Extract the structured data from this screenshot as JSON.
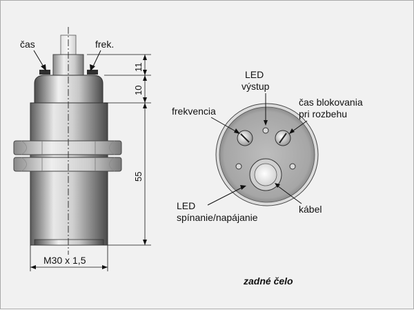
{
  "labels": {
    "cas": "čas",
    "frek": "frek.",
    "led_vystup_1": "LED",
    "led_vystup_2": "výstup",
    "frekvencia": "frekvencia",
    "cas_blok_1": "čas blokovania",
    "cas_blok_2": "pri rozbehu",
    "led_spin_1": "LED",
    "led_spin_2": "spínanie/napájanie",
    "kabel": "kábel",
    "zadne_celo": "zadné čelo"
  },
  "dimensions": {
    "d11": "11",
    "d10": "10",
    "d55": "55",
    "thread": "M30 x 1,5"
  },
  "colors": {
    "background": "#f1f1f1",
    "metal_light": "#e6e6e6",
    "metal_dark": "#555555",
    "face": "#a9a9a9",
    "text": "#111111"
  }
}
